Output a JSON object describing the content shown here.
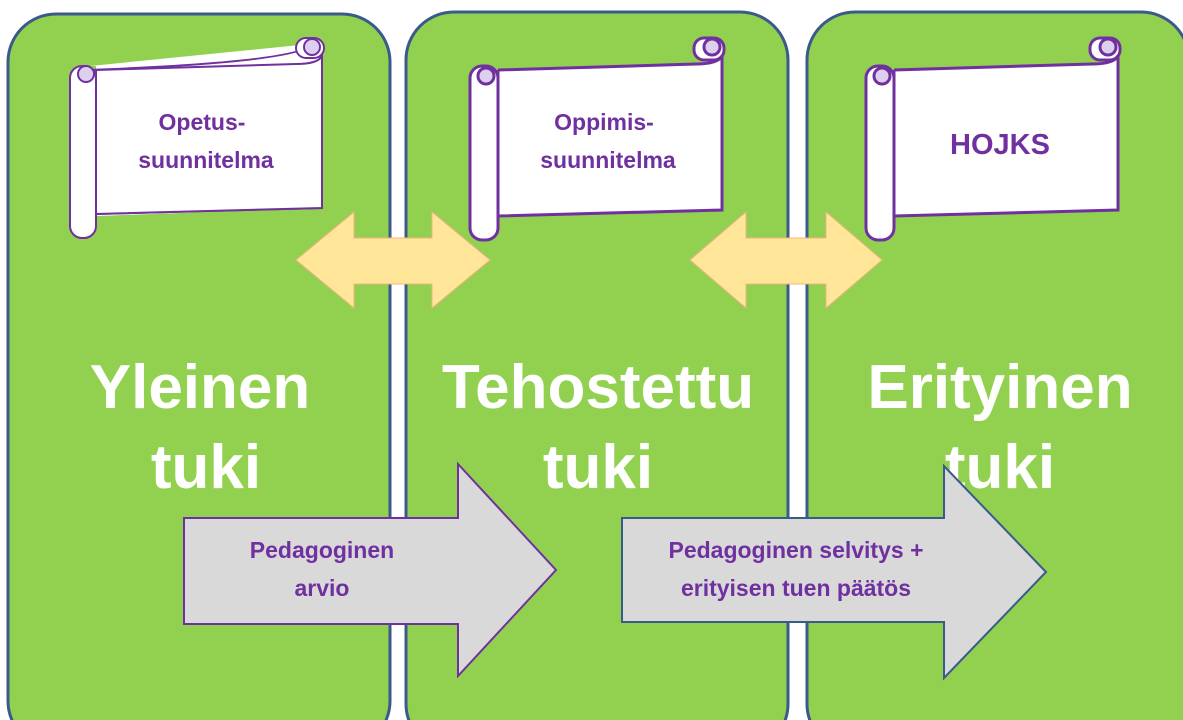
{
  "colors": {
    "panel_fill": "#92d050",
    "panel_border": "#3a5a8c",
    "scroll_border": "#7030a0",
    "scroll_text": "#7030a0",
    "double_arrow_fill": "#ffe699",
    "big_arrow_fill": "#d9d9d9",
    "big_arrow_border": "#7030a0",
    "arrow_text": "#7030a0",
    "panel_text": "#ffffff"
  },
  "panels": [
    {
      "title_line1": "Yleinen",
      "title_line2": "tuki"
    },
    {
      "title_line1": "Tehostettu",
      "title_line2": "tuki"
    },
    {
      "title_line1": "Erityinen",
      "title_line2": "tuki"
    }
  ],
  "scrolls": [
    {
      "line1": "Opetus-",
      "line2": "suunnitelma"
    },
    {
      "line1": "Oppimis-",
      "line2": "suunnitelma"
    },
    {
      "line1": "HOJKS"
    }
  ],
  "process_arrows": [
    {
      "line1": "Pedagoginen",
      "line2": "arvio"
    },
    {
      "line1": "Pedagoginen selvitys +",
      "line2": "erityisen tuen päätös"
    }
  ]
}
